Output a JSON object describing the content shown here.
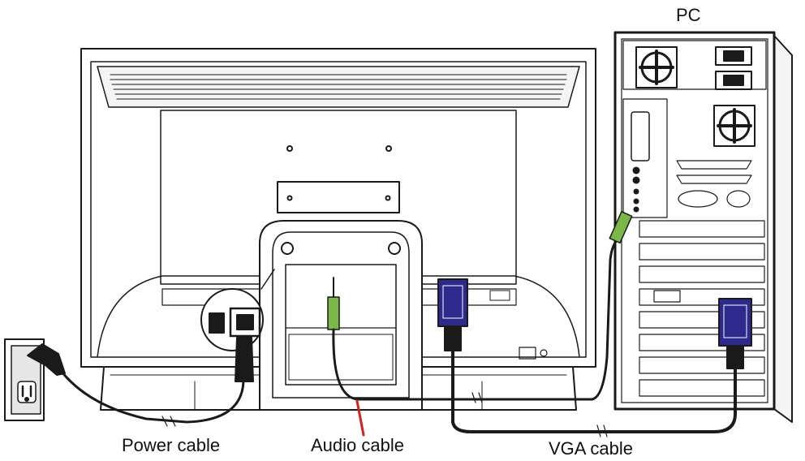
{
  "labels": {
    "pc": "PC",
    "power_cable": "Power cable",
    "audio_cable": "Audio cable",
    "vga_cable": "VGA cable"
  },
  "colors": {
    "line": "#1a1a1a",
    "vga_connector": "#2d2a8c",
    "audio_plug": "#7ab648",
    "pointer": "#d62020",
    "panel": "#ffffff",
    "shade": "#e6e6e6"
  }
}
